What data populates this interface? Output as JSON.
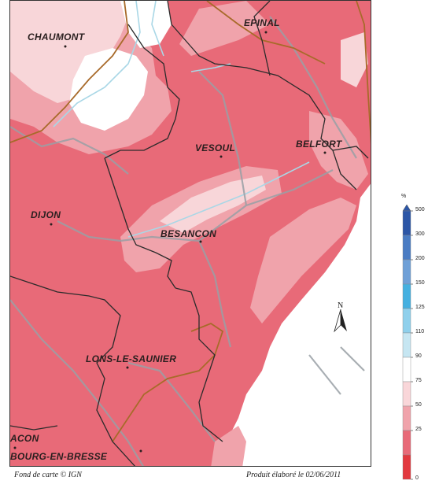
{
  "map": {
    "cities": [
      {
        "name": "CHAUMONT",
        "id": "chaumont"
      },
      {
        "name": "EPINAL",
        "id": "epinal"
      },
      {
        "name": "VESOUL",
        "id": "vesoul"
      },
      {
        "name": "BELFORT",
        "id": "belfort"
      },
      {
        "name": "DIJON",
        "id": "dijon"
      },
      {
        "name": "BESANCON",
        "id": "besancon"
      },
      {
        "name": "LONS-LE-SAUNIER",
        "id": "lons-le-saunier"
      },
      {
        "name": "ACON",
        "id": "macon"
      },
      {
        "name": "BOURG-EN-BRESSE",
        "id": "bourg-en-bresse"
      }
    ],
    "colors": {
      "dark_red": "#e86a78",
      "mid_pink": "#f0a3ab",
      "light_pink": "#f8d6d9",
      "white": "#ffffff",
      "rivers": "#a9d7e6",
      "roads": "#9aa0a6",
      "dept_border": "#2b2b2b",
      "region_border": "#a86a2a"
    }
  },
  "north_arrow": {
    "letter": "N"
  },
  "legend": {
    "unit": "%",
    "ticks": [
      "500",
      "300",
      "200",
      "150",
      "125",
      "110",
      "90",
      "75",
      "50",
      "25",
      "0"
    ],
    "colors": [
      "#2c56a6",
      "#4a7cc3",
      "#6fa0d7",
      "#45b0e0",
      "#8fd0ec",
      "#c6e6f2",
      "#ffffff",
      "#f9d6d9",
      "#f0a3ab",
      "#e86a78",
      "#e2393f"
    ]
  },
  "footer": {
    "left": "Fond de carte © IGN",
    "right": "Produit élaboré le 02/06/2011"
  }
}
